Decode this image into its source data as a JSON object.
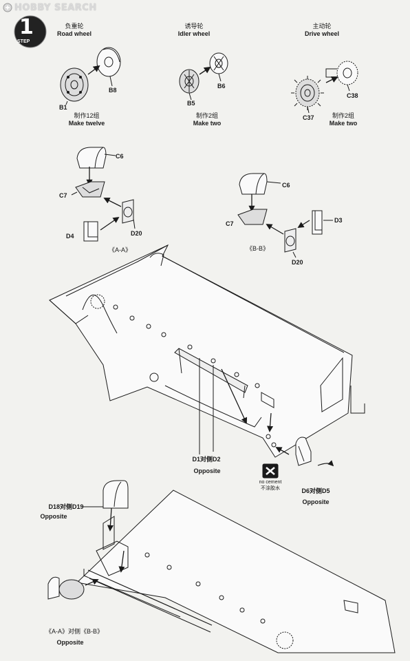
{
  "watermark": {
    "text": "HOBBY SEARCH"
  },
  "step": {
    "label": "STEP",
    "number": "1"
  },
  "wheels": {
    "road": {
      "cn": "负重轮",
      "en": "Road wheel",
      "parts": [
        "B1",
        "B8"
      ],
      "qty_cn": "制作12组",
      "qty_en": "Make twelve"
    },
    "idler": {
      "cn": "诱导轮",
      "en": "Idler wheel",
      "parts": [
        "B5",
        "B6"
      ],
      "qty_cn": "制作2组",
      "qty_en": "Make two"
    },
    "drive": {
      "cn": "主动轮",
      "en": "Drive wheel",
      "parts": [
        "C37",
        "C38"
      ],
      "qty_cn": "制作2组",
      "qty_en": "Make two"
    }
  },
  "subassembly_a": {
    "parts": [
      "C6",
      "C7",
      "D20",
      "D4"
    ],
    "caption": "《A-A》"
  },
  "subassembly_b": {
    "parts": [
      "C6",
      "C7",
      "D3",
      "D20"
    ],
    "caption": "《B-B》"
  },
  "hull": {
    "opposite_d": {
      "text": "D1对侧D2",
      "en": "Opposite"
    },
    "no_cement": {
      "en": "no cement",
      "cn": "不涂胶水"
    },
    "opposite_d6": {
      "text": "D6对侧D5",
      "en": "Opposite"
    }
  },
  "lower": {
    "opposite_d18": {
      "text": "D18对侧D19",
      "en": "Opposite"
    },
    "opposite_ab": {
      "text": "《A-A》对侧《B-B》",
      "en": "Opposite"
    }
  },
  "colors": {
    "ink": "#1a1a1a",
    "paper": "#f2f2ef",
    "badge": "#222222",
    "watermark": "#d9d9d9"
  }
}
